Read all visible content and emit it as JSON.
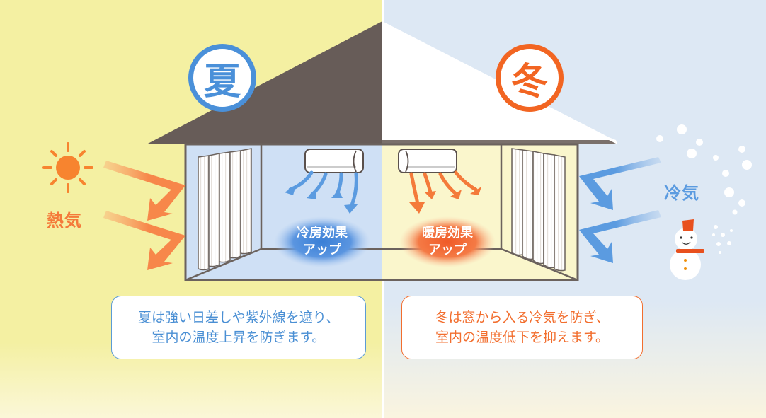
{
  "colors": {
    "summer_bg": "#f4f0a2",
    "winter_bg": "#dde8f4",
    "summer_accent": "#4a90d9",
    "winter_accent": "#f26522",
    "heat_orange": "#f47a3a",
    "cold_blue": "#5b9be0",
    "roof_dark": "#675c58",
    "roof_snow": "#ffffff",
    "wall_outline": "#6b625d"
  },
  "summer": {
    "badge": "夏",
    "outside_label": "熱気",
    "outside_icon": "sun-icon",
    "room_effect_line1": "冷房効果",
    "room_effect_line2": "アップ",
    "description_line1": "夏は強い日差しや紫外線を遮り、",
    "description_line2": "室内の温度上昇を防ぎます。"
  },
  "winter": {
    "badge": "冬",
    "outside_label": "冷気",
    "outside_icon": "snowman-icon",
    "room_effect_line1": "暖房効果",
    "room_effect_line2": "アップ",
    "description_line1": "冬は窓から入る冷気を防ぎ、",
    "description_line2": "室内の温度低下を抑えます。"
  }
}
